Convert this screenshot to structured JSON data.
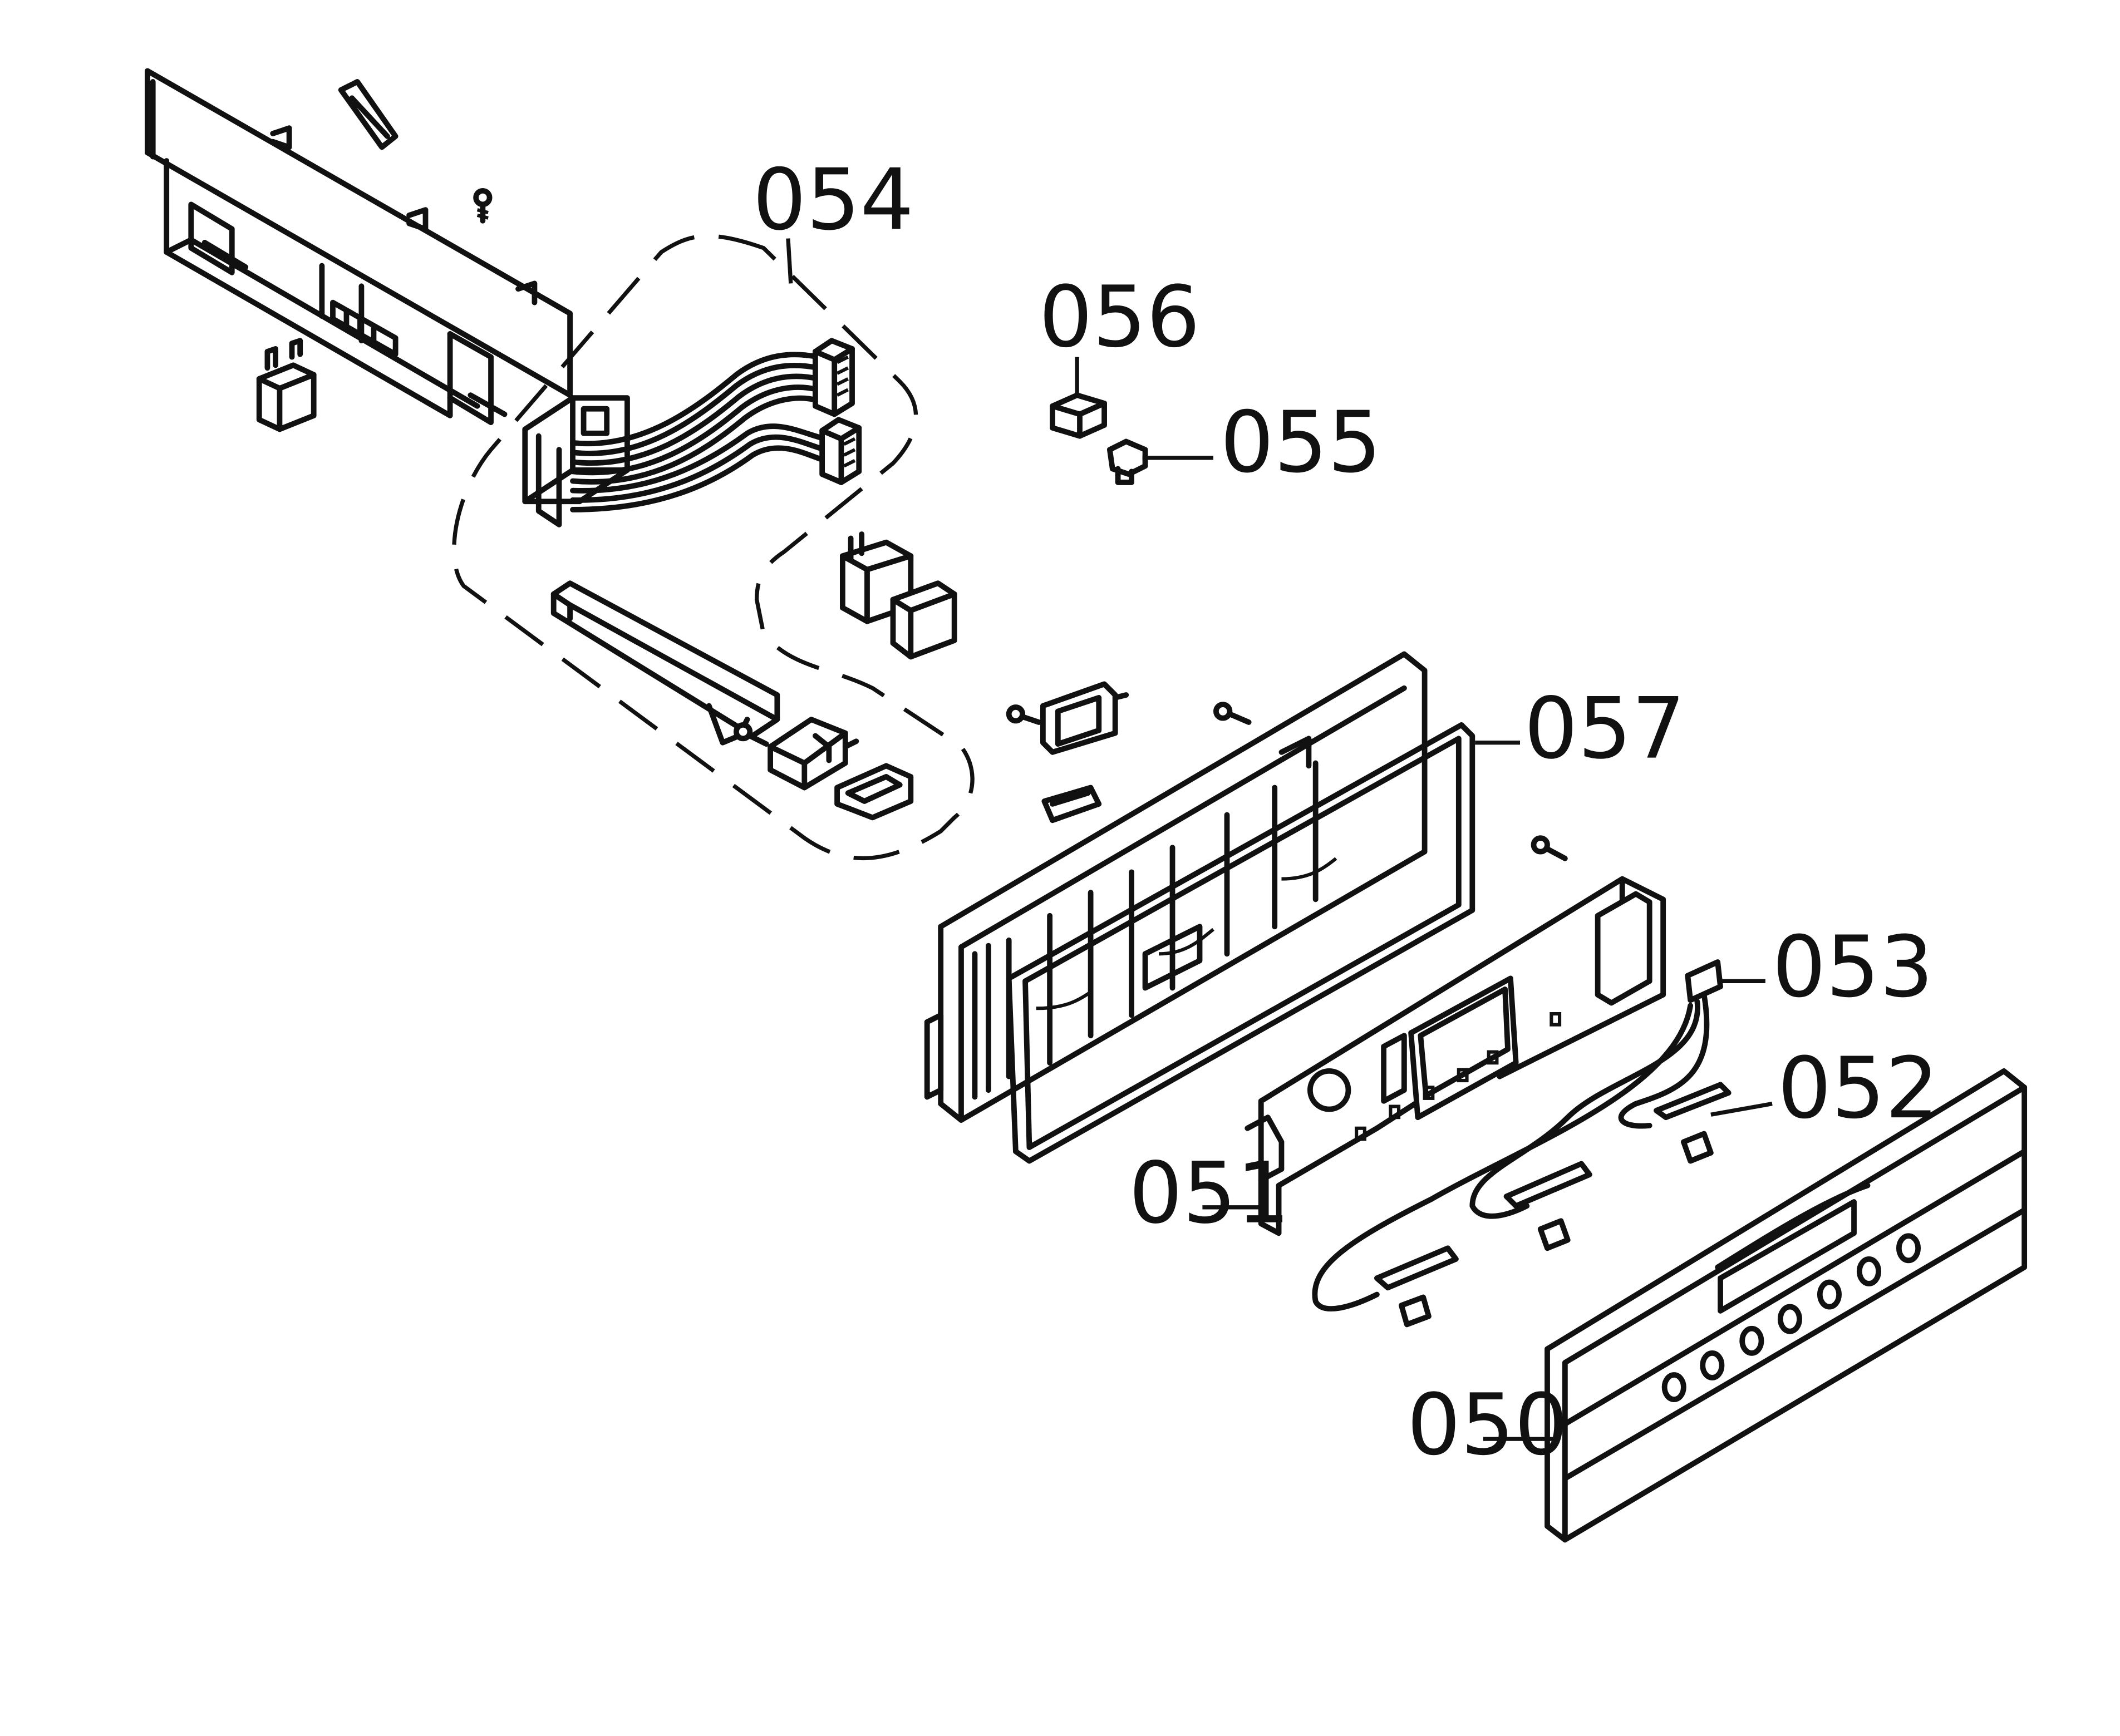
{
  "callouts": {
    "c050": "050",
    "c051": "051",
    "c052": "052",
    "c053": "053",
    "c054": "054",
    "c055": "055",
    "c056": "056",
    "c057": "057"
  }
}
